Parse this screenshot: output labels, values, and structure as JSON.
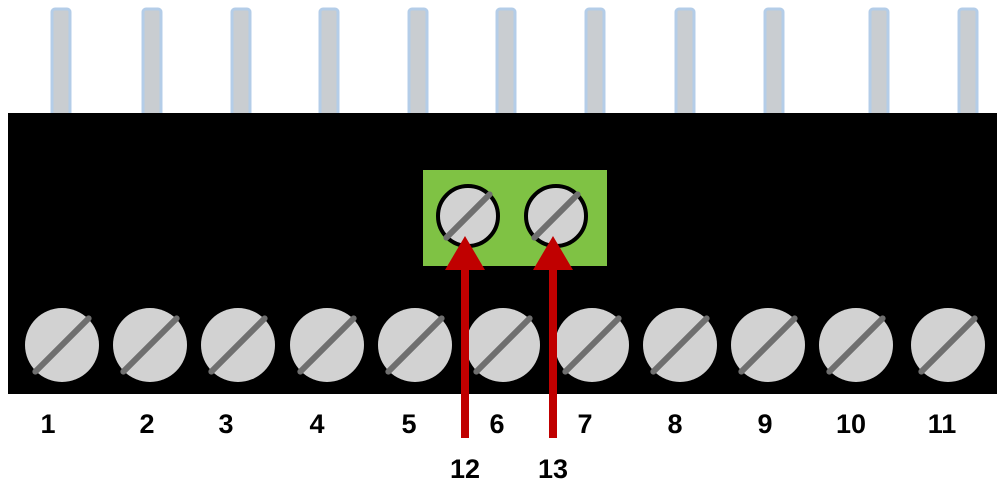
{
  "colors": {
    "board": "#000000",
    "pin_fill": "#c9cdd1",
    "pin_edge": "#b4cde8",
    "screw_fill": "#d2d2d2",
    "screw_slot": "#6f6f6f",
    "connector_block": "#7fc244",
    "arrow": "#c00000",
    "label": "#000000"
  },
  "icons": {
    "pin": "header-pin-icon",
    "screw": "screw-terminal-icon",
    "arrow": "pointer-arrow-icon"
  },
  "pin_count": 11,
  "bottom_terminals": [
    "1",
    "2",
    "3",
    "4",
    "5",
    "6",
    "7",
    "8",
    "9",
    "10",
    "11"
  ],
  "top_terminals": [
    "12",
    "13"
  ]
}
